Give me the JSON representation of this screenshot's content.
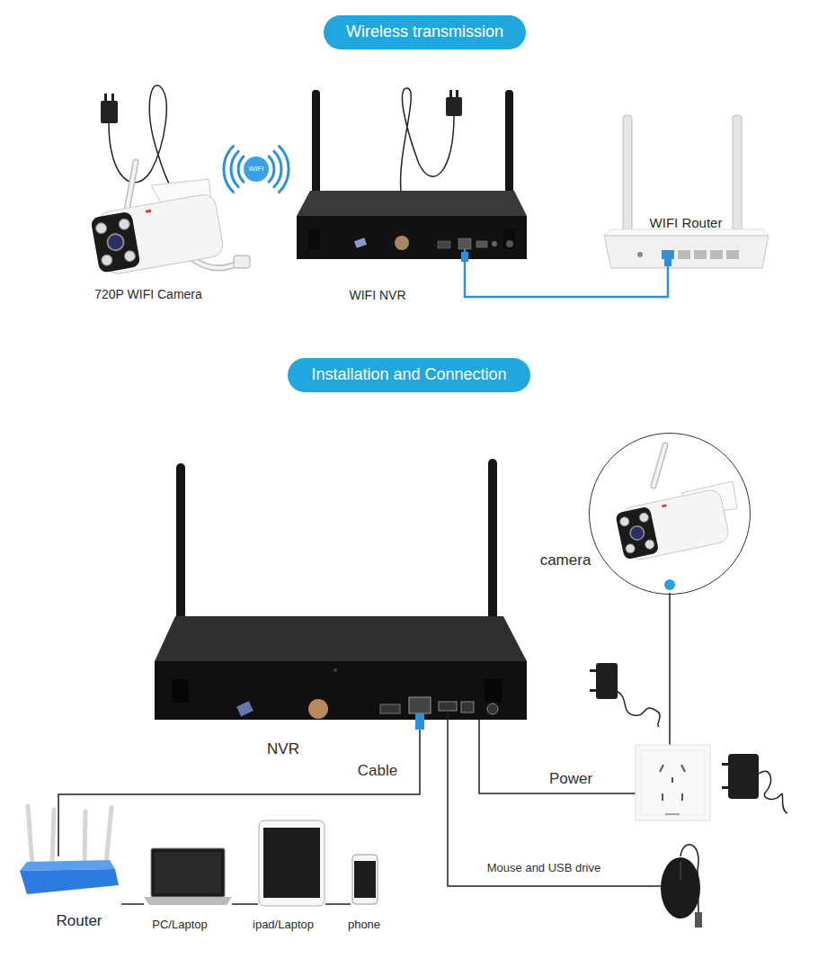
{
  "diagram": {
    "nodes": [
      {
        "text": [
          "Wireless transmission"
        ]
      },
      {
        "text": [
          "720P WIFI Camera"
        ]
      },
      {
        "text": [
          "WIFI"
        ]
      },
      {
        "text": [
          "WIFI NVR"
        ]
      },
      {
        "text": [
          "WIFI Router"
        ]
      },
      {
        "text": [
          "Installation and Connection"
        ]
      },
      {
        "text": [
          "NVR"
        ]
      },
      {
        "text": [
          "camera"
        ]
      },
      {
        "text": [
          "Router"
        ]
      },
      {
        "text": [
          "PC/Laptop"
        ]
      },
      {
        "text": [
          "ipad/Laptop"
        ]
      },
      {
        "text": [
          "phone"
        ]
      }
    ],
    "edges": [
      {
        "from": 3,
        "to": 4,
        "arrow": "none"
      },
      {
        "from": 6,
        "to": 8,
        "label": "Cable",
        "arrow": "none"
      },
      {
        "from": 8,
        "to": 9,
        "arrow": "none"
      },
      {
        "from": 9,
        "to": 10,
        "arrow": "none"
      },
      {
        "from": 10,
        "to": 11,
        "arrow": "none"
      }
    ],
    "labels": [
      "Power",
      "Mouse and USB drive"
    ]
  }
}
